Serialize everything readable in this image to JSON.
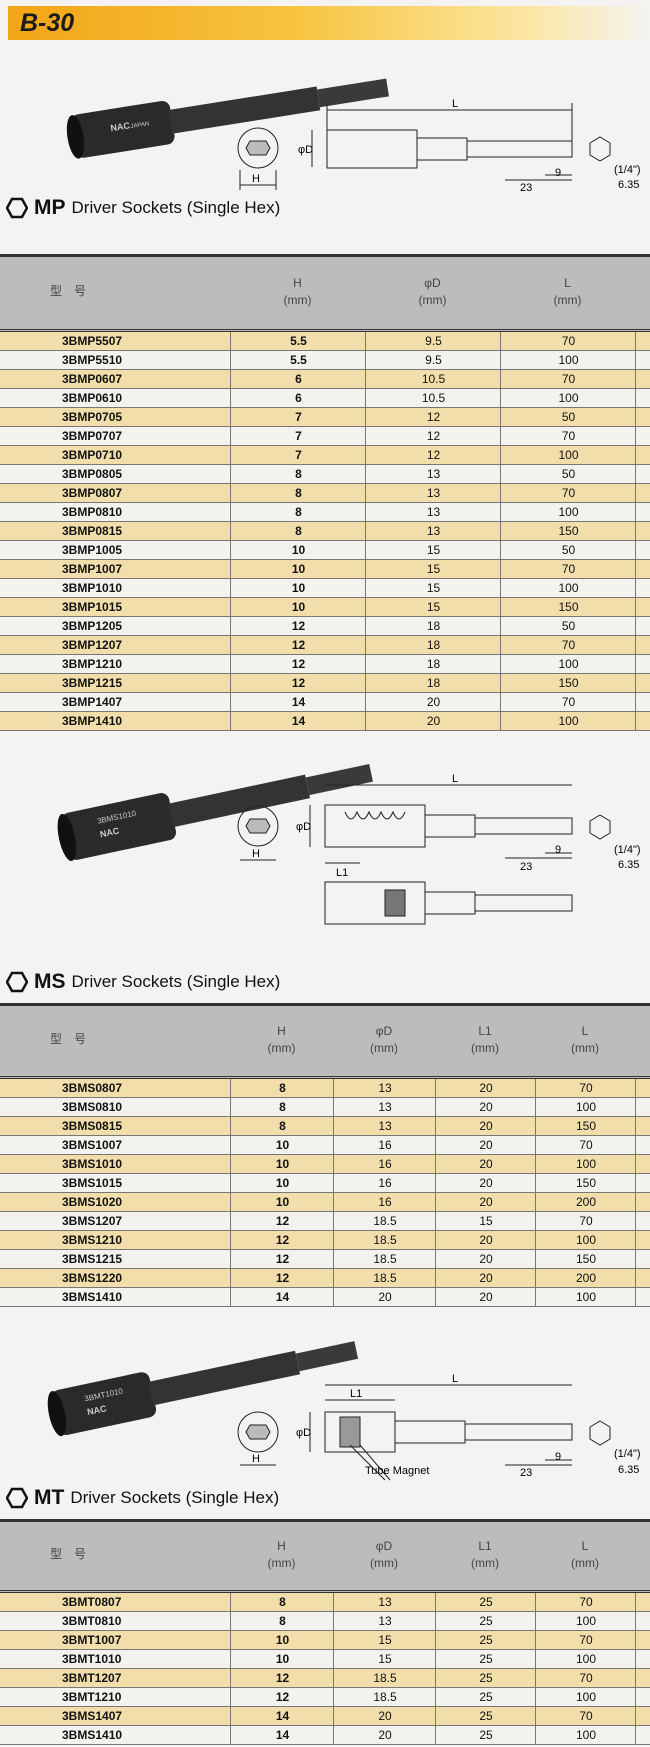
{
  "page_label": "B-30",
  "colors": {
    "header_orange": "#f2a516",
    "row_highlight": "#f2deaa",
    "table_header": "#bdbcba"
  },
  "diagram_labels": {
    "L": "L",
    "phiD": "φD",
    "H": "H",
    "L1": "L1",
    "dim23": "23",
    "dim9": "9",
    "quarter_inch": "(1/4\")",
    "hex_size": "6.35",
    "tube_magnet": "Tube Magnet",
    "brand": "NAC",
    "origin": "JAPAN",
    "ms_engraving": "3BMS1010",
    "mt_engraving": "3BMT1010"
  },
  "sections": {
    "mp": {
      "code": "MP",
      "title": "Driver Sockets (Single Hex)",
      "headers": [
        [
          "型　号",
          ""
        ],
        [
          "H",
          "(mm)"
        ],
        [
          "φD",
          "(mm)"
        ],
        [
          "L",
          "(mm)"
        ]
      ],
      "rows": [
        [
          "3BMP5507",
          "5.5",
          "9.5",
          "70"
        ],
        [
          "3BMP5510",
          "5.5",
          "9.5",
          "100"
        ],
        [
          "3BMP0607",
          "6",
          "10.5",
          "70"
        ],
        [
          "3BMP0610",
          "6",
          "10.5",
          "100"
        ],
        [
          "3BMP0705",
          "7",
          "12",
          "50"
        ],
        [
          "3BMP0707",
          "7",
          "12",
          "70"
        ],
        [
          "3BMP0710",
          "7",
          "12",
          "100"
        ],
        [
          "3BMP0805",
          "8",
          "13",
          "50"
        ],
        [
          "3BMP0807",
          "8",
          "13",
          "70"
        ],
        [
          "3BMP0810",
          "8",
          "13",
          "100"
        ],
        [
          "3BMP0815",
          "8",
          "13",
          "150"
        ],
        [
          "3BMP1005",
          "10",
          "15",
          "50"
        ],
        [
          "3BMP1007",
          "10",
          "15",
          "70"
        ],
        [
          "3BMP1010",
          "10",
          "15",
          "100"
        ],
        [
          "3BMP1015",
          "10",
          "15",
          "150"
        ],
        [
          "3BMP1205",
          "12",
          "18",
          "50"
        ],
        [
          "3BMP1207",
          "12",
          "18",
          "70"
        ],
        [
          "3BMP1210",
          "12",
          "18",
          "100"
        ],
        [
          "3BMP1215",
          "12",
          "18",
          "150"
        ],
        [
          "3BMP1407",
          "14",
          "20",
          "70"
        ],
        [
          "3BMP1410",
          "14",
          "20",
          "100"
        ]
      ]
    },
    "ms": {
      "code": "MS",
      "title": "Driver Sockets (Single Hex)",
      "headers": [
        [
          "型　号",
          ""
        ],
        [
          "H",
          "(mm)"
        ],
        [
          "φD",
          "(mm)"
        ],
        [
          "L1",
          "(mm)"
        ],
        [
          "L",
          "(mm)"
        ]
      ],
      "rows": [
        [
          "3BMS0807",
          "8",
          "13",
          "20",
          "70"
        ],
        [
          "3BMS0810",
          "8",
          "13",
          "20",
          "100"
        ],
        [
          "3BMS0815",
          "8",
          "13",
          "20",
          "150"
        ],
        [
          "3BMS1007",
          "10",
          "16",
          "20",
          "70"
        ],
        [
          "3BMS1010",
          "10",
          "16",
          "20",
          "100"
        ],
        [
          "3BMS1015",
          "10",
          "16",
          "20",
          "150"
        ],
        [
          "3BMS1020",
          "10",
          "16",
          "20",
          "200"
        ],
        [
          "3BMS1207",
          "12",
          "18.5",
          "15",
          "70"
        ],
        [
          "3BMS1210",
          "12",
          "18.5",
          "20",
          "100"
        ],
        [
          "3BMS1215",
          "12",
          "18.5",
          "20",
          "150"
        ],
        [
          "3BMS1220",
          "12",
          "18.5",
          "20",
          "200"
        ],
        [
          "3BMS1410",
          "14",
          "20",
          "20",
          "100"
        ]
      ]
    },
    "mt": {
      "code": "MT",
      "title": "Driver Sockets (Single Hex)",
      "headers": [
        [
          "型　号",
          ""
        ],
        [
          "H",
          "(mm)"
        ],
        [
          "φD",
          "(mm)"
        ],
        [
          "L1",
          "(mm)"
        ],
        [
          "L",
          "(mm)"
        ]
      ],
      "rows": [
        [
          "3BMT0807",
          "8",
          "13",
          "25",
          "70"
        ],
        [
          "3BMT0810",
          "8",
          "13",
          "25",
          "100"
        ],
        [
          "3BMT1007",
          "10",
          "15",
          "25",
          "70"
        ],
        [
          "3BMT1010",
          "10",
          "15",
          "25",
          "100"
        ],
        [
          "3BMT1207",
          "12",
          "18.5",
          "25",
          "70"
        ],
        [
          "3BMT1210",
          "12",
          "18.5",
          "25",
          "100"
        ],
        [
          "3BMS1407",
          "14",
          "20",
          "25",
          "70"
        ],
        [
          "3BMS1410",
          "14",
          "20",
          "25",
          "100"
        ]
      ]
    }
  }
}
